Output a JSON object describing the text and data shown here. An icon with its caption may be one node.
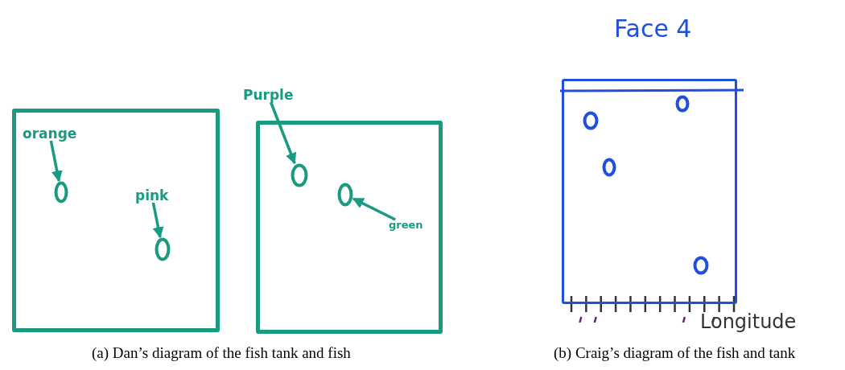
{
  "diagram": {
    "nodes": [
      {
        "text": [],
        "shape": "box"
      },
      {
        "text": [
          "orange"
        ],
        "in": 0
      },
      {
        "text": [],
        "shape": "circle",
        "in": 0
      },
      {
        "text": [
          "pink"
        ],
        "in": 0
      },
      {
        "text": [],
        "shape": "circle",
        "in": 0
      },
      {
        "text": [
          "Purple"
        ]
      },
      {
        "text": [],
        "shape": "box"
      },
      {
        "text": [],
        "shape": "circle",
        "in": 6
      },
      {
        "text": [],
        "shape": "circle",
        "in": 6
      },
      {
        "text": [
          "green"
        ],
        "in": 6
      },
      {
        "text": [
          "Face 4"
        ]
      },
      {
        "text": [],
        "shape": "circle",
        "in": 10
      },
      {
        "text": [],
        "shape": "circle",
        "in": 10
      },
      {
        "text": [],
        "shape": "circle",
        "in": 10
      },
      {
        "text": [],
        "shape": "circle",
        "in": 10
      }
    ],
    "edges": [
      {
        "from": 1,
        "to": 2,
        "arrow": "to"
      },
      {
        "from": 3,
        "to": 4,
        "arrow": "to"
      },
      {
        "from": 5,
        "to": 7,
        "arrow": "to"
      },
      {
        "from": 9,
        "to": 8,
        "arrow": "to"
      }
    ],
    "labels": [
      "Longitude",
      "(a) Dan’s diagram of the fish tank and fish",
      "(b) Craig’s diagram of the fish and tank"
    ]
  }
}
